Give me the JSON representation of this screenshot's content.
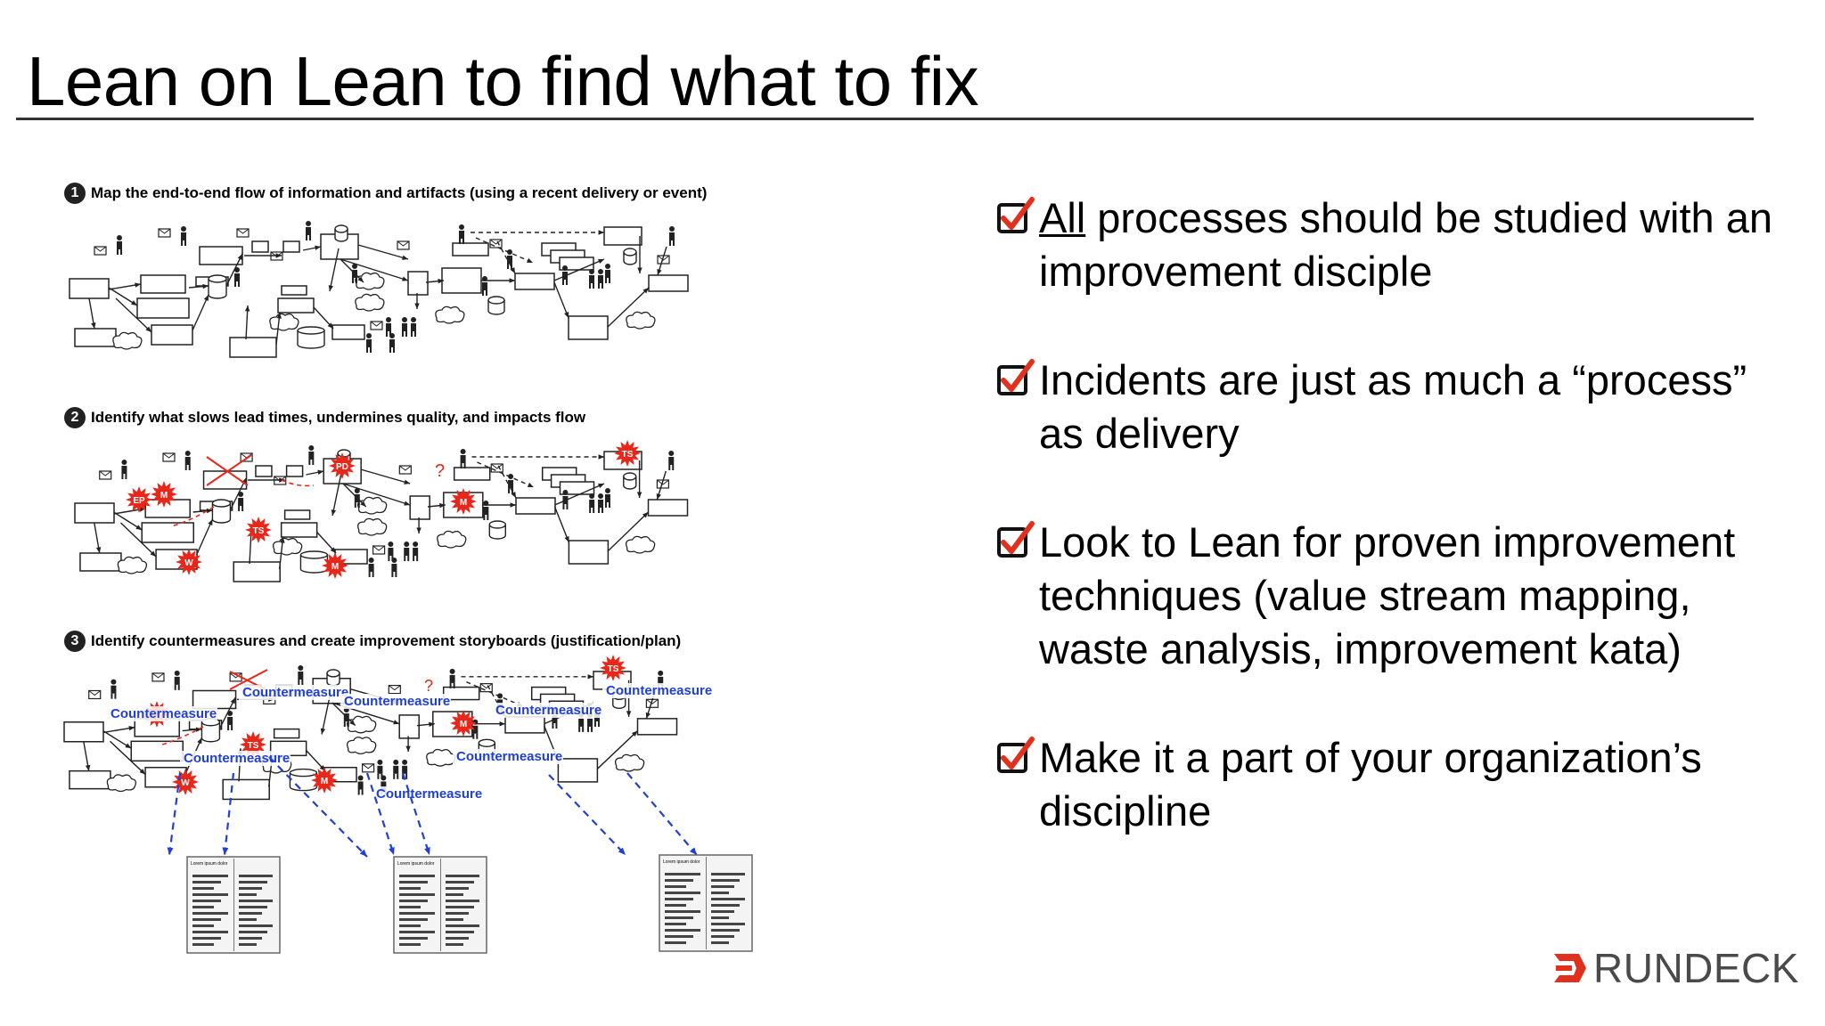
{
  "slide": {
    "title": "Lean on Lean to find what to fix"
  },
  "diagram": {
    "steps": [
      {
        "number": "1",
        "text": "Map the end-to-end flow of information and artifacts (using a recent delivery or event)"
      },
      {
        "number": "2",
        "text": "Identify what slows lead times, undermines quality, and impacts flow"
      },
      {
        "number": "3",
        "text": "Identify countermeasures and create improvement storyboards (justification/plan)"
      }
    ],
    "waste_tags": [
      "EP",
      "M",
      "PD",
      "TS",
      "W",
      "M",
      "M"
    ],
    "question_mark": "?",
    "countermeasure_label": "Countermeasure",
    "storyboard_heading": "Lorem ipsum dolor"
  },
  "bullets": [
    {
      "emphasis": "All",
      "rest": " processes should be studied with an improvement disciple"
    },
    {
      "text": "Incidents are just as much a “process” as delivery"
    },
    {
      "text": "Look to Lean for proven improvement techniques (value stream mapping, waste analysis, improvement kata)"
    },
    {
      "text": "Make it a part of your organization’s discipline"
    }
  ],
  "logo": {
    "text": "RUNDECK"
  },
  "colors": {
    "check": "#e0301e",
    "countermeasure": "#1f3fd6",
    "burst": "#e8271a",
    "logo_mark": "#e0301e"
  },
  "icons": [
    "checkbox-check-icon",
    "person-icon",
    "envelope-icon",
    "database-icon",
    "cloud-icon",
    "rundeck-logo-icon"
  ]
}
